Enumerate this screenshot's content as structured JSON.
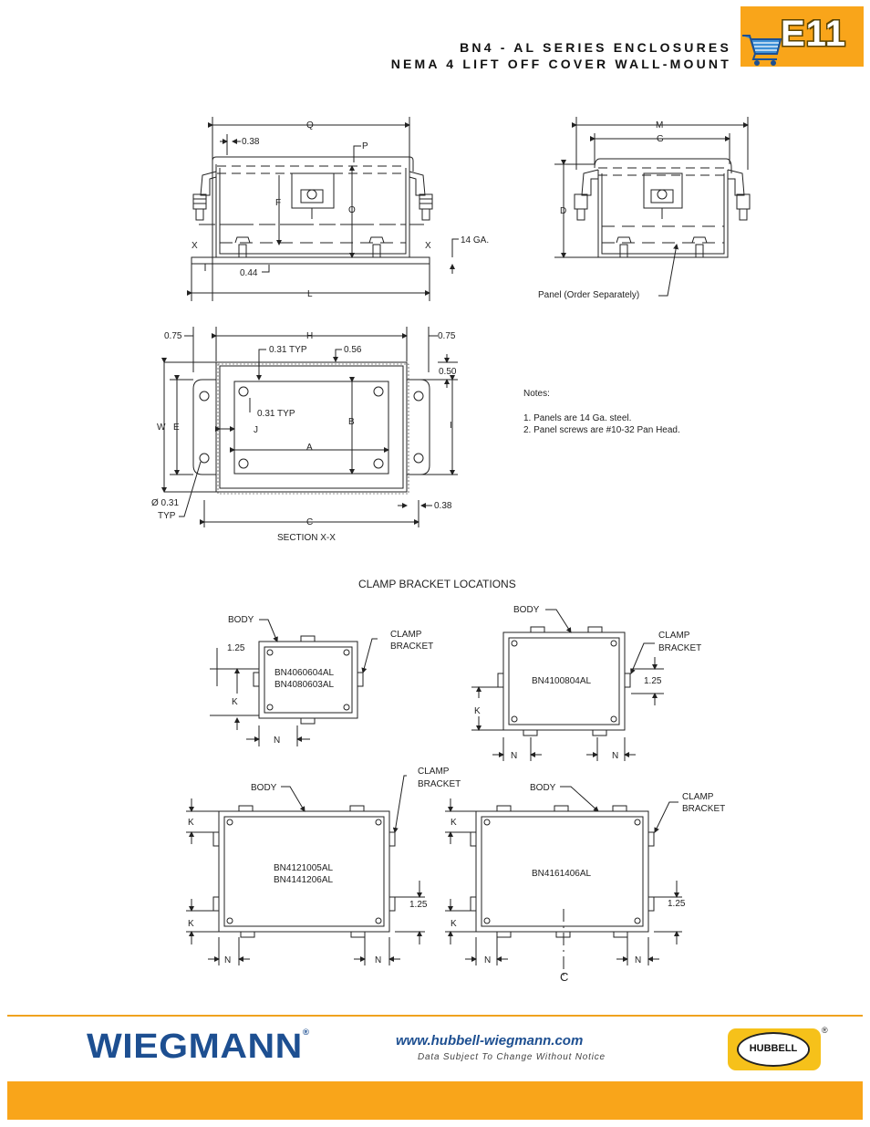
{
  "header": {
    "title_line1": "BN4 - AL SERIES ENCLOSURES",
    "title_line2": "NEMA 4 LIFT OFF COVER WALL-MOUNT",
    "tab_code": "E11",
    "tab_color": "#f9a51a"
  },
  "front_view": {
    "q": "Q",
    "p": "P",
    "dim_038": "0.38",
    "f": "F",
    "o": "O",
    "x_left": "X",
    "x_right": "X",
    "ga14": "14 GA.",
    "dim_044": "0.44",
    "l": "L"
  },
  "side_view": {
    "m": "M",
    "g": "G",
    "d": "D",
    "panel": "Panel (Order Separately)"
  },
  "section": {
    "dim_075_left": "0.75",
    "h": "H",
    "dim_075_right": "0.75",
    "typ_031": "0.31 TYP",
    "dim_056": "0.56",
    "dim_050": "0.50",
    "typ_031_b": "0.31 TYP",
    "j": "J",
    "w": "W",
    "e": "E",
    "b": "B",
    "a": "A",
    "i": "I",
    "hole_dia": "Ø 0.31",
    "hole_typ": "TYP",
    "dim_038": "0.38",
    "c": "C",
    "caption": "SECTION X-X"
  },
  "notes": {
    "title": "Notes:",
    "items": [
      "1.  Panels are 14 Ga. steel.",
      "2.  Panel screws are #10-32 Pan Head."
    ]
  },
  "clamp": {
    "title": "CLAMP BRACKET LOCATIONS",
    "body": "BODY",
    "clamp1": "CLAMP",
    "clamp2": "BRACKET",
    "dim_125": "1.25",
    "k": "K",
    "n": "N",
    "c": "C",
    "models": {
      "a1": "BN4060604AL",
      "a2": "BN4080603AL",
      "b1": "BN4100804AL",
      "c1": "BN4121005AL",
      "c2": "BN4141206AL",
      "d1": "BN4161406AL"
    }
  },
  "footer": {
    "brand": "WIEGMANN",
    "url": "www.hubbell-wiegmann.com",
    "notice": "Data Subject To Change Without Notice",
    "badge": "HUBBELL",
    "brand_color": "#1d4f91",
    "bar_color": "#f9a51a"
  }
}
